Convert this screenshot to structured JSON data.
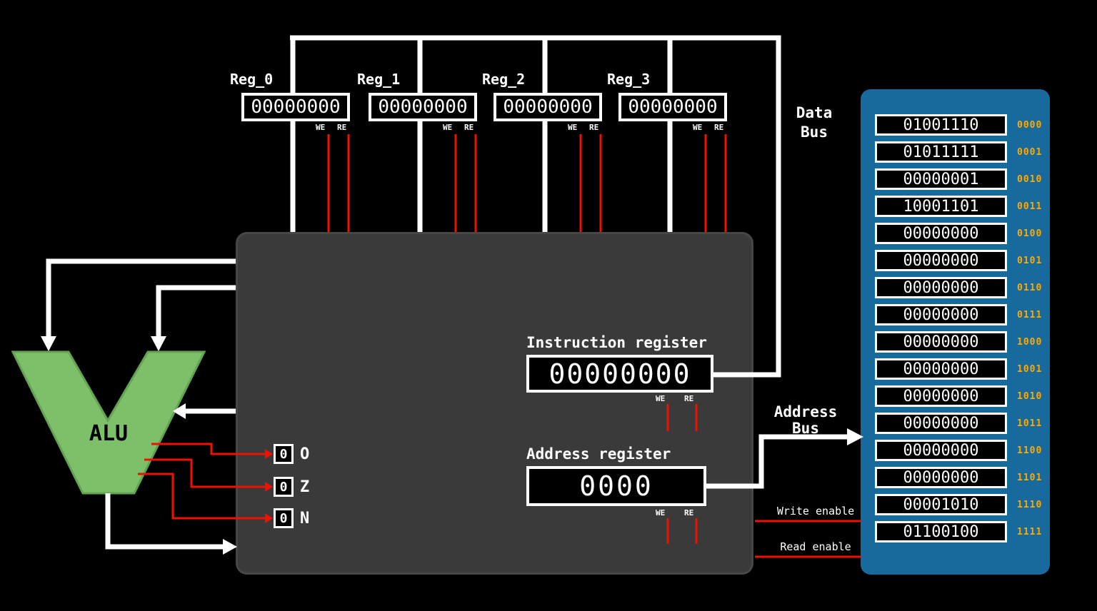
{
  "registers": [
    {
      "name": "Reg_0",
      "value": "00000000",
      "we_label": "WE",
      "re_label": "RE"
    },
    {
      "name": "Reg_1",
      "value": "00000000",
      "we_label": "WE",
      "re_label": "RE"
    },
    {
      "name": "Reg_2",
      "value": "00000000",
      "we_label": "WE",
      "re_label": "RE"
    },
    {
      "name": "Reg_3",
      "value": "00000000",
      "we_label": "WE",
      "re_label": "RE"
    }
  ],
  "alu": {
    "label": "ALU"
  },
  "flags": [
    {
      "name": "O",
      "value": "0"
    },
    {
      "name": "Z",
      "value": "0"
    },
    {
      "name": "N",
      "value": "0"
    }
  ],
  "instruction_register": {
    "label": "Instruction register",
    "value": "00000000",
    "we_label": "WE",
    "re_label": "RE"
  },
  "address_register": {
    "label": "Address register",
    "value": "0000",
    "we_label": "WE",
    "re_label": "RE"
  },
  "buses": {
    "data_bus_label": "Data\nBus",
    "address_bus_label": "Address\nBus"
  },
  "control_signals": {
    "write_enable_label": "Write enable",
    "read_enable_label": "Read enable"
  },
  "memory": {
    "rows": [
      {
        "value": "01001110",
        "address": "0000"
      },
      {
        "value": "01011111",
        "address": "0001"
      },
      {
        "value": "00000001",
        "address": "0010"
      },
      {
        "value": "10001101",
        "address": "0011"
      },
      {
        "value": "00000000",
        "address": "0100"
      },
      {
        "value": "00000000",
        "address": "0101"
      },
      {
        "value": "00000000",
        "address": "0110"
      },
      {
        "value": "00000000",
        "address": "0111"
      },
      {
        "value": "00000000",
        "address": "1000"
      },
      {
        "value": "00000000",
        "address": "1001"
      },
      {
        "value": "00000000",
        "address": "1010"
      },
      {
        "value": "00000000",
        "address": "1011"
      },
      {
        "value": "00000000",
        "address": "1100"
      },
      {
        "value": "00000000",
        "address": "1101"
      },
      {
        "value": "00001010",
        "address": "1110"
      },
      {
        "value": "01100100",
        "address": "1111"
      }
    ]
  },
  "colors": {
    "background": "#000000",
    "wire_white": "#ffffff",
    "signal_red": "#ee1100",
    "alu_green": "#7dc069",
    "memory_blue": "#18699c",
    "address_orange": "#ffaa00",
    "control_unit_gray": "#3a3a3a"
  }
}
